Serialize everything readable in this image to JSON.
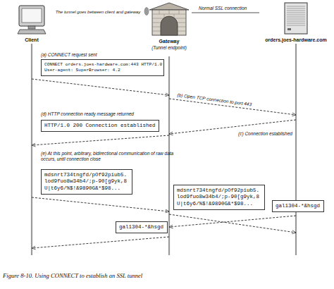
{
  "diagram": {
    "caption": "Figure 8-10. Using CONNECT to establish an SSL tunnel",
    "nodes": [
      {
        "text": [
          "Client"
        ]
      },
      {
        "text": [
          "Gateway",
          "(Tunnel endpoint)"
        ]
      },
      {
        "text": [
          "orders.joes-hardware.com"
        ]
      },
      {
        "text": [
          "CONNECT orders.joes-hardware.com:443 HTTP/1.0",
          "User-agent: SuperBrowser: 4.2"
        ]
      },
      {
        "text": [
          "HTTP/1.0 200 Connection established"
        ]
      },
      {
        "text": [
          "mdsnrt734tngfd/pOf92piub5. lod9fuo8w34b4/;p-90[g9yk,8 U|t6y6/%$!&9890G&*$98..."
        ]
      },
      {
        "text": [
          "mdsnrt734tngfd/pOf92piub5. lod9fuo8w34b4/;p-90[g9yk,8 U|t6y6/%$!&9890G&*$98..."
        ]
      },
      {
        "text": [
          "gal1304-*&hsgd"
        ]
      },
      {
        "text": [
          "gal1304-*&hsgd"
        ]
      }
    ],
    "edges": [
      {
        "from": 0,
        "to": 1,
        "arrow": "none",
        "label": "The tunnel goes between client and gateway"
      },
      {
        "from": 1,
        "to": 2,
        "arrow": "none",
        "label": "Normal SSL connection"
      },
      {
        "from": 0,
        "to": 1,
        "arrow": "to"
      },
      {
        "from": 1,
        "to": 2,
        "arrow": "to",
        "label": "(b) Open TCP connection to port 443"
      },
      {
        "from": 2,
        "to": 1,
        "arrow": "to",
        "label": "(c) Connection established"
      },
      {
        "from": 1,
        "to": 0,
        "arrow": "to"
      },
      {
        "from": 0,
        "to": 1,
        "arrow": "to"
      },
      {
        "from": 1,
        "to": 2,
        "arrow": "to"
      },
      {
        "from": 2,
        "to": 1,
        "arrow": "to"
      },
      {
        "from": 1,
        "to": 0,
        "arrow": "to"
      }
    ],
    "labels": [
      "(a) CONNECT request sent",
      "(d) HTTP connection ready message returned",
      "(e) At this point, arbitrary, bidirectional communication of raw data occurs, until connection close"
    ]
  }
}
